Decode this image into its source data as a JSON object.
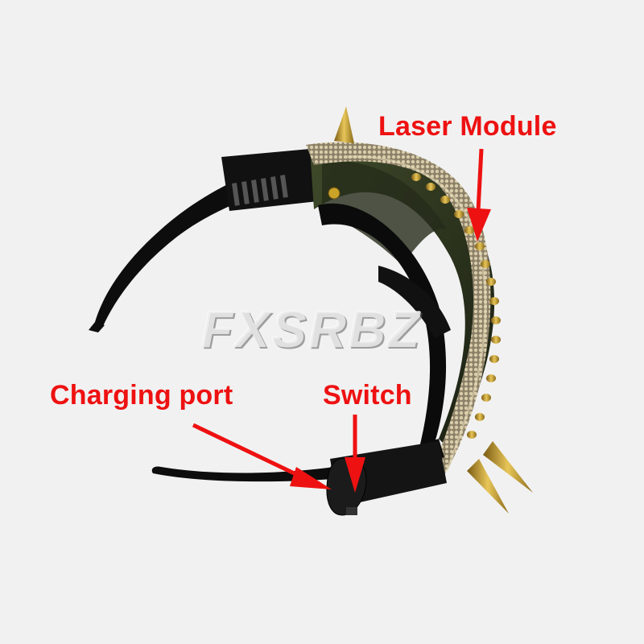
{
  "labels": {
    "laser_module": "Laser Module",
    "charging_port": "Charging port",
    "switch": "Switch"
  },
  "watermark": "FXSRBZ",
  "colors": {
    "background": "#f1f1f1",
    "annotation_red": "#ee1111",
    "frame_black": "#0d0d0d",
    "rhinestone": "#b7a987",
    "spike_gold": "#c9a227"
  }
}
